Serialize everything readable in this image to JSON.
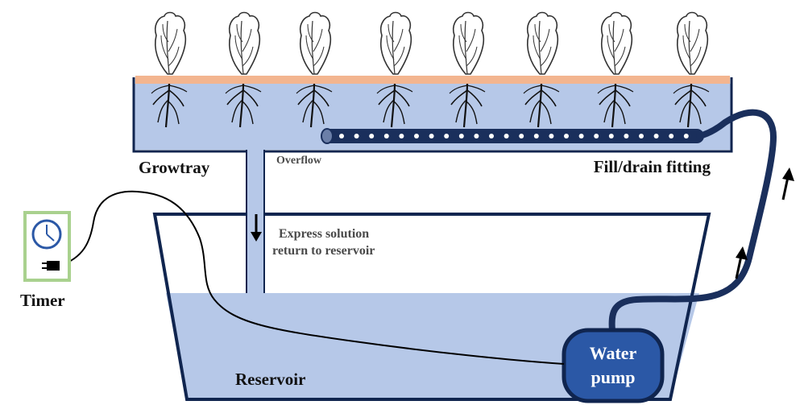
{
  "labels": {
    "growtray": "Growtray",
    "overflow": "Overflow",
    "fill_drain": "Fill/drain fitting",
    "express_line1": "Express solution",
    "express_line2": "return to reservoir",
    "timer": "Timer",
    "reservoir": "Reservoir",
    "pump_line1": "Water",
    "pump_line2": "pump"
  },
  "colors": {
    "water": "#b6c8e8",
    "outline": "#10254f",
    "pump": "#2b58a6",
    "medium": "#f3b58f",
    "timer_frame": "#a9d18e",
    "arrow": "#000000"
  }
}
